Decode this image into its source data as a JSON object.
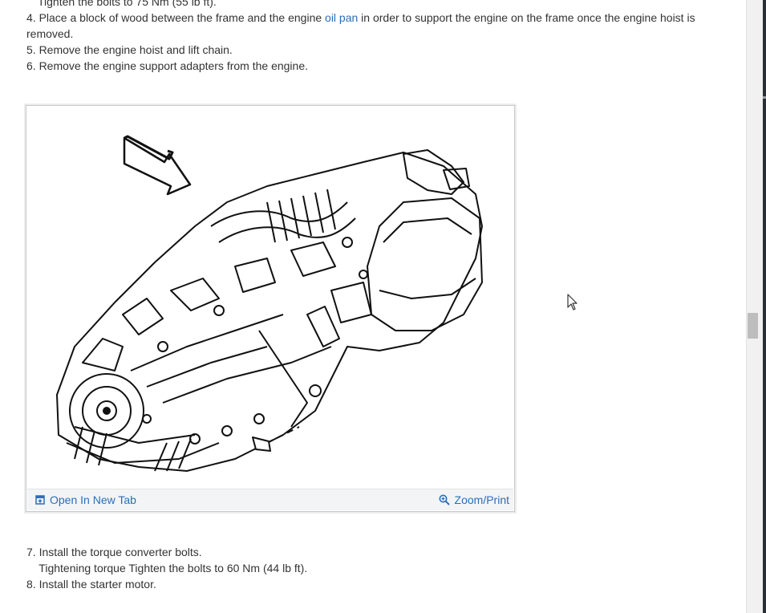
{
  "steps": {
    "top_partial": "Tighten the bolts to 75 Nm (55 lb ft).",
    "step4_before": " 4. Place a block of wood between the frame and the engine ",
    "step4_link": "oil pan",
    "step4_after": " in order to support the engine on the frame once the engine hoist is",
    "step4_wrap": "removed.",
    "step5": " 5. Remove the engine hoist and lift chain.",
    "step6": " 6. Remove the engine support adapters from the engine.",
    "step7": " 7. Install the torque converter bolts.",
    "step7_detail": "    Tightening torque Tighten the bolts to 60 Nm (44 lb ft).",
    "step8": " 8. Install the starter motor."
  },
  "figure": {
    "open_label": "Open In New Tab",
    "zoom_label": "Zoom/Print",
    "open_icon": "open-new-tab-icon",
    "zoom_icon": "magnifier-icon"
  },
  "colors": {
    "link": "#2a6ebb",
    "text": "#333333",
    "figure_bar": "#f3f4f6"
  }
}
